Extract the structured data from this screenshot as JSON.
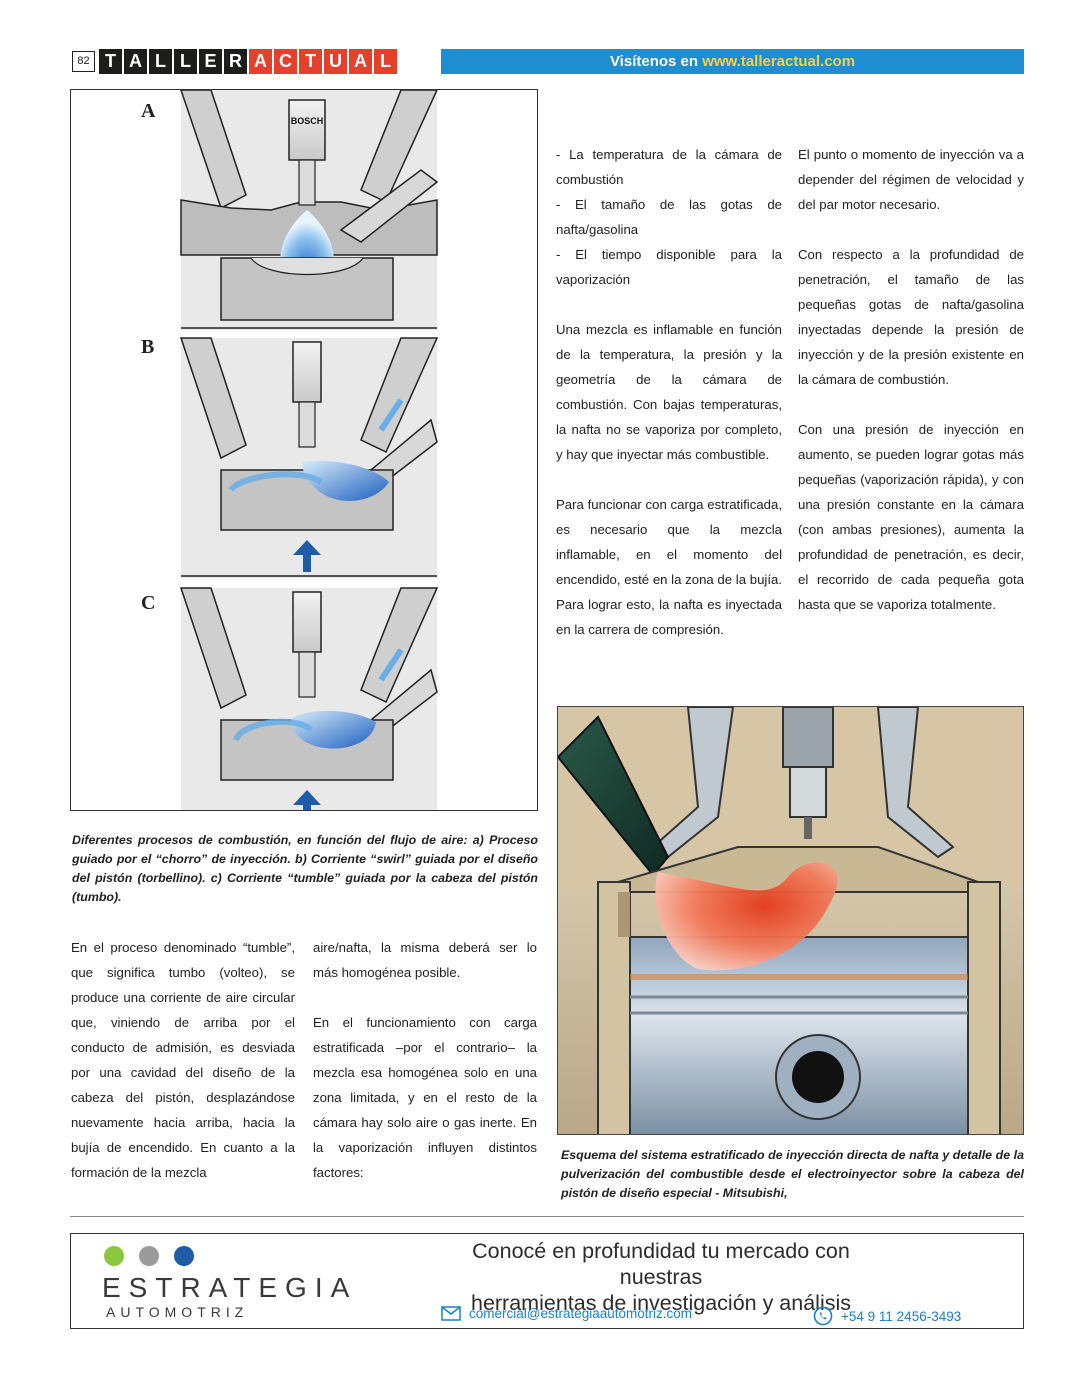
{
  "header": {
    "page_number": "82",
    "masthead_dark": [
      "T",
      "A",
      "L",
      "L",
      "E",
      "R"
    ],
    "masthead_red": [
      "A",
      "C",
      "T",
      "U",
      "A",
      "L"
    ],
    "visit_text": "Visítenos en",
    "url": "www.talleractual.com"
  },
  "figure_left": {
    "labels": [
      "A",
      "B",
      "C"
    ],
    "brand_text": "BOSCH",
    "caption": "Diferentes procesos de combustión, en función del flujo de aire: a) Proceso guiado por el “chorro” de inyección. b) Corriente “swirl” guiada por el diseño del pistón (torbellino). c) Corriente “tumble” guiada por la cabeza del pistón (tumbo)."
  },
  "col_mid_top": {
    "items": [
      "- La temperatura de la cámara de combustión",
      "- El tamaño de las gotas de nafta/gasolina",
      "- El tiempo disponible para la vaporización"
    ],
    "p1": "Una mezcla es inflamable en función de la temperatura, la presión y la geometría de la cámara de combustión. Con bajas temperaturas, la nafta no se vaporiza por completo, y hay que inyectar más combustible.",
    "p2": "Para funcionar con carga estratificada, es necesario que la mezcla inflamable, en el momento del encendido, esté en la zona de la bujía. Para lograr esto, la nafta es inyectada en la carrera de compresión."
  },
  "col_right_top": {
    "p1": "El punto o momento de inyección va a depender del régimen de velocidad y del par motor necesario.",
    "p2": "Con respecto a la profundidad de penetración, el tamaño de las pequeñas gotas de nafta/gasolina inyectadas depende la presión de inyección y de la presión existente en la cámara de combustión.",
    "p3": "Con una presión de inyección en aumento, se pueden lograr gotas más pequeñas (vaporización rápida), y con una presión constante en la cámara (con ambas presiones), aumenta la profundidad de penetración, es decir, el recorrido de cada pequeña gota hasta que se vaporiza totalmente."
  },
  "col_left_bottom": {
    "p1": "En el proceso denominado “tumble”, que significa tumbo (volteo), se produce una corriente de aire circular que, viniendo de arriba por el conducto de admisión, es desviada por una cavidad del diseño de la cabeza del pistón, desplazándose nuevamente hacia arriba, hacia la bujía de encendido. En cuanto a la formación de la mezcla"
  },
  "col_mid_bottom": {
    "p1": "aire/nafta, la misma deberá ser lo más homogénea posible.",
    "p2": "En el funcionamiento con carga estratificada –por el contrario– la mezcla esa homogénea solo en una zona limitada, y en el resto de la cámara hay solo aire o gas inerte. En la vaporización influyen distintos factores:"
  },
  "figure_right": {
    "caption": "Esquema del sistema estratificado de inyección directa de nafta y detalle de la pulverización del combustible desde el electroinyector sobre la cabeza del pistón de diseño especial - Mitsubishi,"
  },
  "ad": {
    "dot_colors": [
      "#8cc63f",
      "#9b9b9b",
      "#1f5ca8"
    ],
    "brand": "ESTRATEGIA",
    "brand_sub": "AUTOMOTRIZ",
    "headline_1": "Conocé en profundidad tu mercado con nuestras",
    "headline_2": "herramientas de investigación y análisis",
    "email": "comercial@estrategiaautomotriz.com",
    "phone": "+54 9 11 2456-3493"
  }
}
